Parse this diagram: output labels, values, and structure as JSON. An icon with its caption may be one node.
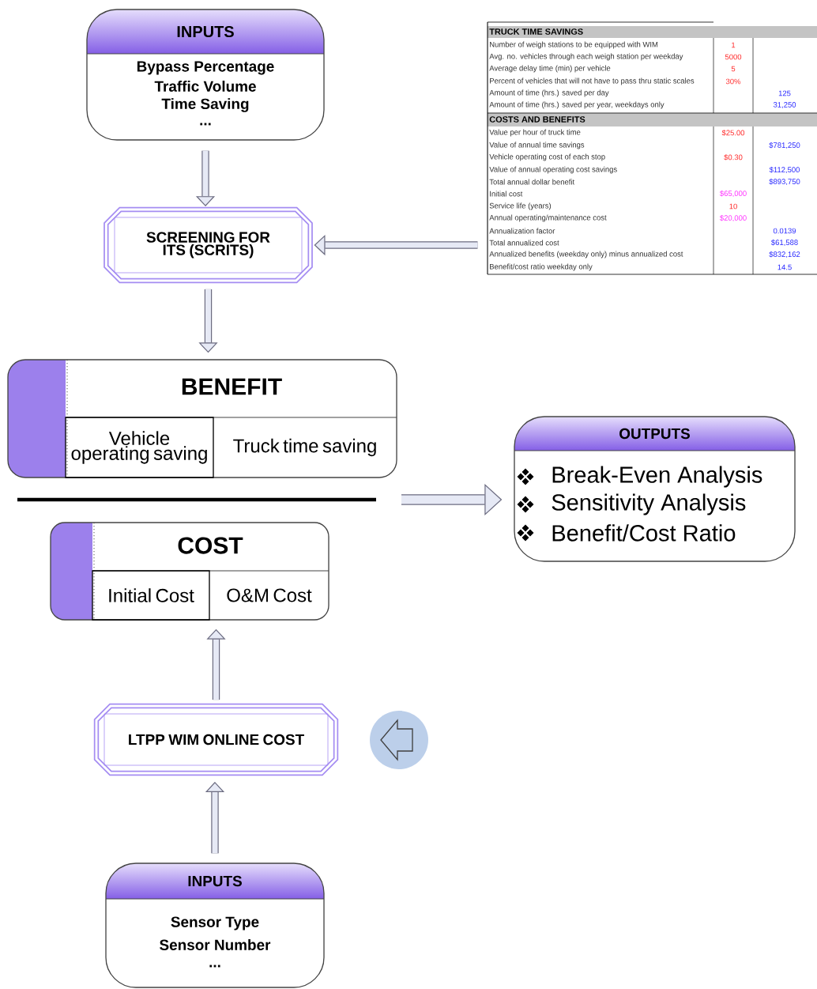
{
  "diagram": {
    "nodes": [
      {
        "text": [
          "INPUTS",
          "Bypass Percentage",
          "Traffic Volume",
          "Time Saving",
          "..."
        ]
      },
      {
        "text": [
          "SCREENING FOR ITS (SCRITS)"
        ]
      },
      {
        "text": [],
        "shape": "box"
      },
      {
        "text": [
          "BENEFIT"
        ]
      },
      {
        "text": [
          "Vehicle operating saving"
        ],
        "in": 3
      },
      {
        "text": [
          "Truck time saving"
        ],
        "in": 3
      },
      {
        "text": [
          "COST"
        ]
      },
      {
        "text": [
          "Initial Cost"
        ],
        "in": 6
      },
      {
        "text": [
          "O&M Cost"
        ],
        "in": 6
      },
      {
        "text": [
          "OUTPUTS",
          "Break-Even Analysis",
          "Sensitivity Analysis",
          "Benefit/Cost Ratio"
        ]
      },
      {
        "text": [
          "LTPP WIM ONLINE COST"
        ]
      },
      {
        "text": [
          "INPUTS",
          "Sensor Type",
          "Sensor Number",
          "..."
        ]
      }
    ],
    "edges": [
      {
        "from": 0,
        "to": 1,
        "arrow": "to"
      },
      {
        "from": 2,
        "to": 1,
        "arrow": "to"
      },
      {
        "from": 1,
        "to": 3,
        "arrow": "to"
      },
      {
        "from": null,
        "to": 9,
        "arrow": "to"
      },
      {
        "from": 10,
        "to": 6,
        "arrow": "to"
      },
      {
        "from": 11,
        "to": 10,
        "arrow": "to"
      }
    ],
    "labels": [
      "TRUCK TIME SAVINGS",
      "Number of weigh stations to be equipped with WIM",
      "1",
      "Avg. no. vehicles through each weigh station per weekday",
      "5000",
      "Average delay time (min) per vehicle",
      "5",
      "Percent of vehicles that will not have to pass thru static scales",
      "30%",
      "Amount of time (hrs.) saved per day",
      "125",
      "Amount of time (hrs.) saved per year, weekdays only",
      "31,250",
      "COSTS AND BENEFITS",
      "Value per hour of truck time",
      "$25.00",
      "Value of annual time savings",
      "$781,250",
      "Vehicle operating cost of each stop",
      "$0.30",
      "Value of annual operating cost savings",
      "$112,500",
      "Total annual dollar benefit",
      "$893,750",
      "Initial cost",
      "$65,000",
      "Service life (years)",
      "10",
      "Annual operating/maintenance cost",
      "$20,000",
      "Annualization factor",
      "0.0139",
      "Total annualized cost",
      "$61,588",
      "Annualized benefits (weekday only) minus annualized cost",
      "$832,162",
      "Benefit/cost ratio weekday only",
      "14.5"
    ]
  }
}
